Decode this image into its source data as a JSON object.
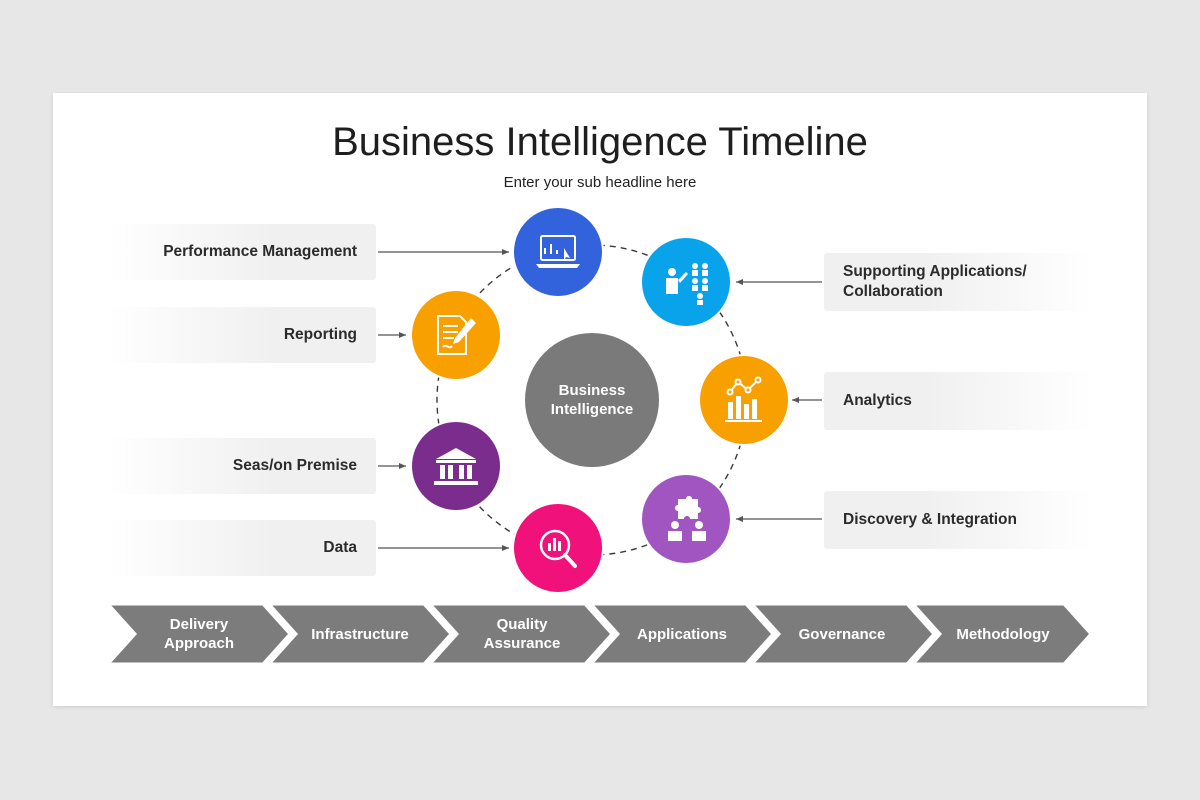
{
  "title": "Business Intelligence Timeline",
  "subtitle": "Enter your sub headline here",
  "center": {
    "label": "Business\nIntelligence",
    "color": "#7a7a7a"
  },
  "nodes": [
    {
      "id": "performance",
      "label": "Performance Management",
      "icon": "laptop-chart-icon",
      "color": "#3363dc"
    },
    {
      "id": "reporting",
      "label": "Reporting",
      "icon": "document-pen-icon",
      "color": "#f7a000"
    },
    {
      "id": "seas",
      "label": "Seas/on Premise",
      "icon": "bank-building-icon",
      "color": "#7b2d8e"
    },
    {
      "id": "data",
      "label": "Data",
      "icon": "magnifier-chart-icon",
      "color": "#f0117a"
    },
    {
      "id": "supporting",
      "label": "Supporting Applications/\nCollaboration",
      "icon": "team-presentation-icon",
      "color": "#08a3ea"
    },
    {
      "id": "analytics",
      "label": "Analytics",
      "icon": "bar-chart-icon",
      "color": "#f7a000"
    },
    {
      "id": "discovery",
      "label": "Discovery & Integration",
      "icon": "puzzle-team-icon",
      "color": "#a155c0"
    }
  ],
  "chevrons": {
    "color": "#7c7c7c",
    "items": [
      {
        "label": "Delivery\nApproach"
      },
      {
        "label": "Infrastructure"
      },
      {
        "label": "Quality\nAssurance"
      },
      {
        "label": "Applications"
      },
      {
        "label": "Governance"
      },
      {
        "label": "Methodology"
      }
    ]
  }
}
